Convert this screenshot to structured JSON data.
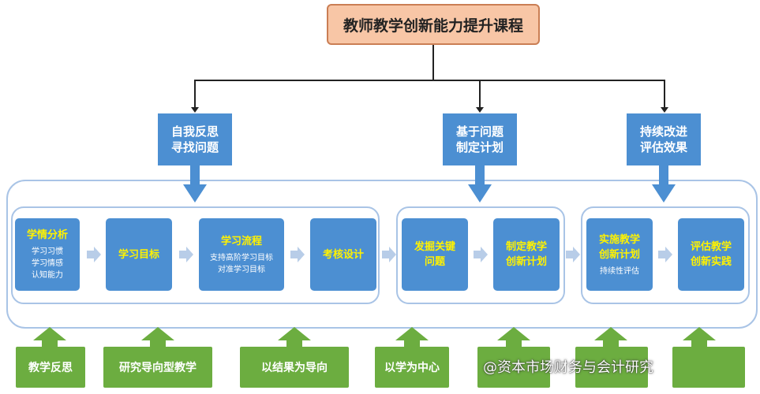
{
  "title": "教师教学创新能力提升课程",
  "phases": [
    {
      "label": "自我反思\n寻找问题"
    },
    {
      "label": "基于问题\n制定计划"
    },
    {
      "label": "持续改进\n评估效果"
    }
  ],
  "cards": [
    {
      "title": "学情分析",
      "sub": "学习习惯\n学习情感\n认知能力"
    },
    {
      "title": "学习目标",
      "sub": ""
    },
    {
      "title": "学习流程",
      "sub": "支持高阶学习目标\n对准学习目标"
    },
    {
      "title": "考核设计",
      "sub": ""
    },
    {
      "title": "发掘关键\n问题",
      "sub": ""
    },
    {
      "title": "制定教学\n创新计划",
      "sub": ""
    },
    {
      "title": "实施教学\n创新计划",
      "sub": "持续性评估"
    },
    {
      "title": "评估教学\n创新实践",
      "sub": ""
    }
  ],
  "bottom": [
    {
      "label": "教学反思"
    },
    {
      "label": "研究导向型教学"
    },
    {
      "label": "以结果为导向"
    },
    {
      "label": "以学为中心"
    },
    {
      "label": ""
    },
    {
      "label": ""
    },
    {
      "label": ""
    }
  ],
  "watermark": "@资本市场财务与会计研究",
  "colors": {
    "title_fill": "#f8c6a6",
    "blue": "#4c8fd2",
    "green": "#6cad40",
    "card_title": "#fff200",
    "frame": "#a9c4e6"
  }
}
